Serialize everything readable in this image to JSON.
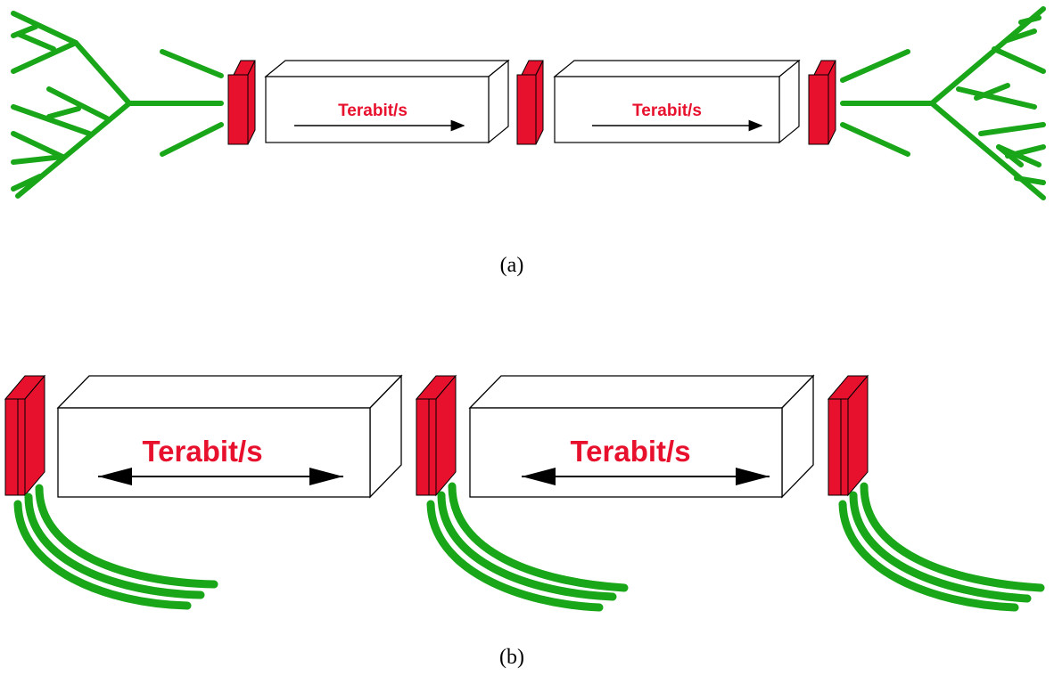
{
  "panel_a": {
    "caption": "(a)",
    "links": [
      {
        "label": "Terabit/s",
        "direction": "one-way"
      },
      {
        "label": "Terabit/s",
        "direction": "one-way"
      }
    ]
  },
  "panel_b": {
    "caption": "(b)",
    "links": [
      {
        "label": "Terabit/s",
        "direction": "two-way"
      },
      {
        "label": "Terabit/s",
        "direction": "two-way"
      }
    ]
  },
  "colors": {
    "node_face": "#e8112d",
    "fiber_green": "#19a619",
    "label_red": "#e8112d",
    "outline": "#000000",
    "box_fill": "#ffffff"
  }
}
